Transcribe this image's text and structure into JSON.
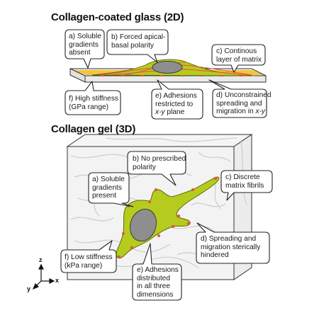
{
  "panel_2d": {
    "title": "Collagen-coated glass (2D)",
    "callouts": {
      "a": [
        "a) Soluble",
        "gradients",
        "absent"
      ],
      "b": [
        "b) Forced apical-",
        "basal polarity"
      ],
      "c": [
        "c) Continous",
        "layer of matrix"
      ],
      "d": [
        "d) Unconstrained",
        "spreading and",
        "migration in x-y"
      ],
      "e": [
        "e) Adhesions",
        "restricted to",
        "x-y plane"
      ],
      "f": [
        "f) High stiffness",
        "(GPa range)"
      ]
    }
  },
  "panel_3d": {
    "title": "Collagen gel (3D)",
    "callouts": {
      "a": [
        "a) Soluble",
        "gradients",
        "present"
      ],
      "b": [
        "b) No prescribed",
        "polarity"
      ],
      "c": [
        "c) Discrete",
        "matrix fibrils"
      ],
      "d": [
        "d) Spreading and",
        "migration sterically",
        "hindered"
      ],
      "e": [
        "e) Adhesions",
        "distributed",
        "in all three",
        "dimensions"
      ],
      "f": [
        "f) Low stiffness",
        "(kPa range)"
      ]
    }
  },
  "axes": {
    "z": "z",
    "y": "y",
    "x": "x"
  },
  "colors": {
    "cell": "#b5cc1e",
    "nucleus": "#8e8e8e",
    "matrix_2d": "#f5b400",
    "adhesion": "#e6533c",
    "glass": "#ececec",
    "gel": "#f2f2f2",
    "fibril": "#c9c9c9"
  }
}
